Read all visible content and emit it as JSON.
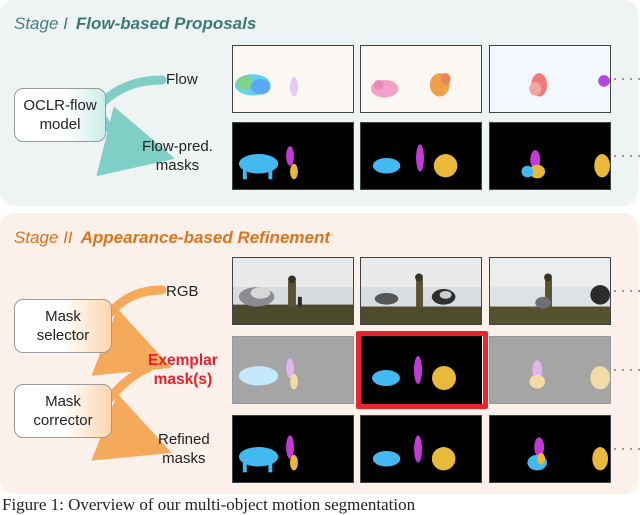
{
  "stage1": {
    "number": "Stage I",
    "name": "Flow-based Proposals",
    "model_line1": "OCLR-flow",
    "model_line2": "model",
    "row1_label": "Flow",
    "row2_label_line1": "Flow-pred.",
    "row2_label_line2": "masks"
  },
  "stage2": {
    "number": "Stage II",
    "name": "Appearance-based Refinement",
    "selector_line1": "Mask",
    "selector_line2": "selector",
    "corrector_line1": "Mask",
    "corrector_line2": "corrector",
    "row1_label": "RGB",
    "row2_label_line1": "Exemplar",
    "row2_label_line2": "mask(s)",
    "row3_label_line1": "Refined",
    "row3_label_line2": "masks"
  },
  "ellipsis": "····",
  "caption": "Figure 1: Overview of our multi-object motion segmentation",
  "colors": {
    "stage1_accent": "#3c7a76",
    "stage2_accent": "#d9741f",
    "exemplar_red": "#e61f2b",
    "teal_arrow": "#7fcfc6",
    "orange_arrow": "#f5a95a",
    "mask_blue": "#44b8f0",
    "mask_magenta": "#c43ad6",
    "mask_yellow": "#e8b93a"
  }
}
